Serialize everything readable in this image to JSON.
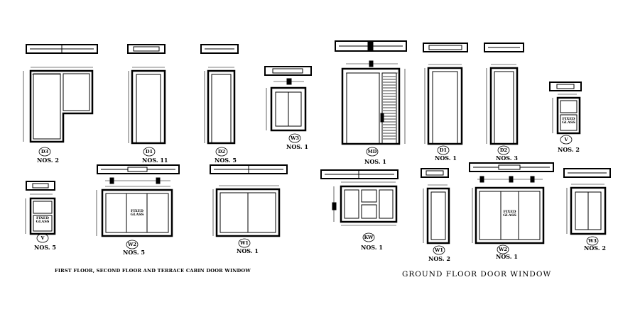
{
  "titles": {
    "left": "FIRST FLOOR, SECOND FLOOR AND TERRACE CABIN DOOR WINDOW",
    "right": "GROUND FLOOR DOOR WINDOW"
  },
  "elements": [
    {
      "tag": "D3",
      "qty": "NOS. 2"
    },
    {
      "tag": "D1",
      "qty": "NOS. 11"
    },
    {
      "tag": "D2",
      "qty": "NOS. 5"
    },
    {
      "tag": "W3",
      "qty": "NOS. 1"
    },
    {
      "tag": "V",
      "qty": "NOS. 5"
    },
    {
      "tag": "W2",
      "qty": "NOS. 5"
    },
    {
      "tag": "W1",
      "qty": "NOS. 1"
    },
    {
      "tag": "MD",
      "qty": "NOS. 1"
    },
    {
      "tag": "D1",
      "qty": "NOS. 1"
    },
    {
      "tag": "D2",
      "qty": "NOS. 3"
    },
    {
      "tag": "V",
      "qty": "NOS. 2"
    },
    {
      "tag": "KW",
      "qty": "NOS. 1"
    },
    {
      "tag": "W1",
      "qty": "NOS. 2"
    },
    {
      "tag": "W2",
      "qty": "NOS. 1"
    },
    {
      "tag": "W3",
      "qty": "NOS. 2"
    }
  ],
  "glass_label": [
    "FIXED",
    "GLASS"
  ]
}
